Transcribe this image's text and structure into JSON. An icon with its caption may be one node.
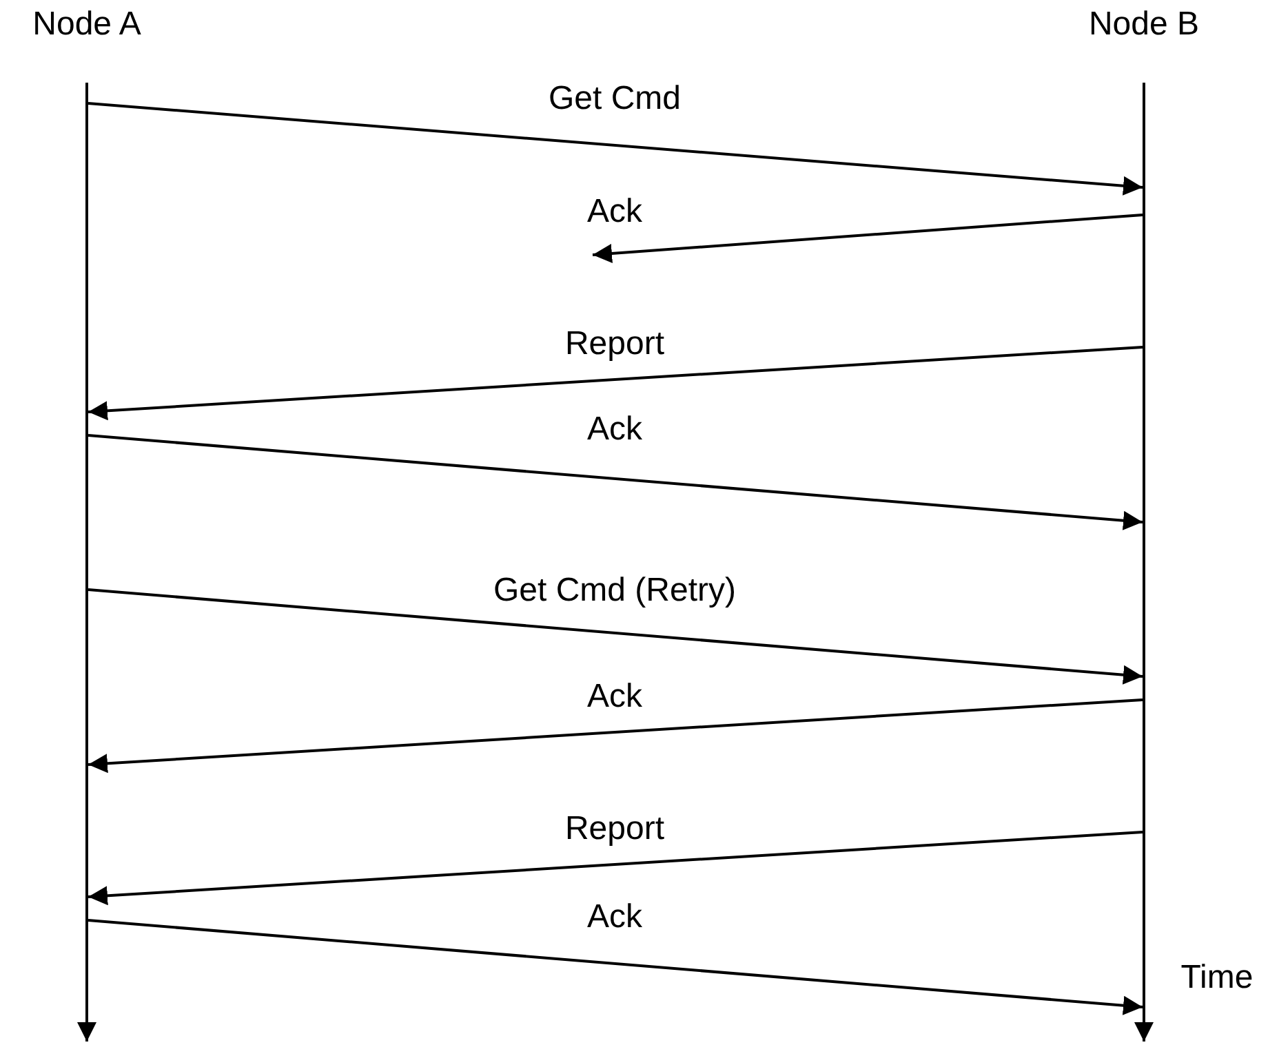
{
  "diagram": {
    "nodes": [
      {
        "text": [
          "Node A"
        ]
      },
      {
        "text": [
          "Node B"
        ]
      }
    ],
    "edges": [
      {
        "from": 0,
        "to": 1,
        "arrow": "to",
        "label": "Get Cmd"
      },
      {
        "from": 1,
        "to": null,
        "arrow": "to",
        "label": "Ack"
      },
      {
        "from": 1,
        "to": 0,
        "arrow": "to",
        "label": "Report"
      },
      {
        "from": 0,
        "to": 1,
        "arrow": "to",
        "label": "Ack"
      },
      {
        "from": 0,
        "to": 1,
        "arrow": "to",
        "label": "Get Cmd (Retry)"
      },
      {
        "from": 1,
        "to": 0,
        "arrow": "to",
        "label": "Ack"
      },
      {
        "from": 1,
        "to": 0,
        "arrow": "to",
        "label": "Report"
      },
      {
        "from": 0,
        "to": 1,
        "arrow": "to",
        "label": "Ack"
      }
    ],
    "labels": [
      "Time"
    ]
  }
}
